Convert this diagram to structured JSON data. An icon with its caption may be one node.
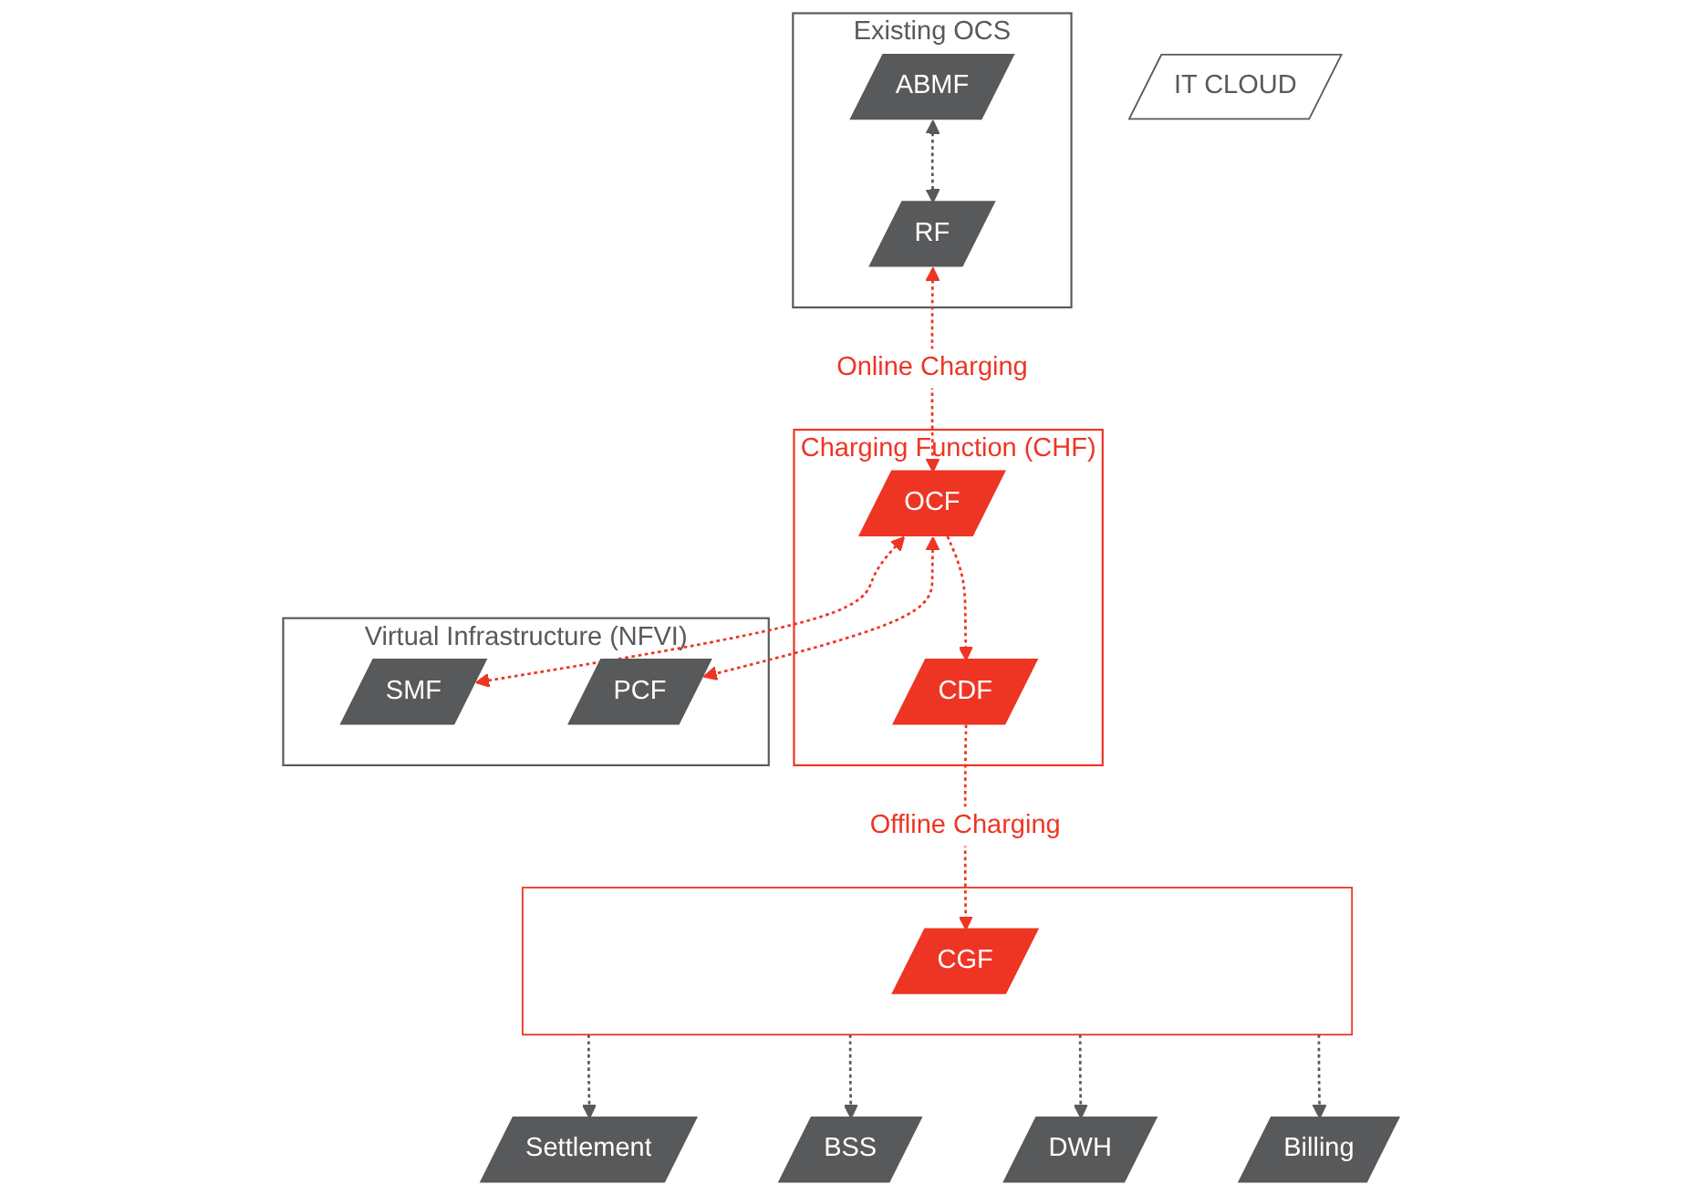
{
  "diagram": {
    "nodes": [
      {
        "text": [
          "IT CLOUD"
        ]
      },
      {
        "text": [
          "Existing OCS"
        ]
      },
      {
        "text": [
          "ABMF"
        ],
        "in": 1
      },
      {
        "text": [
          "RF"
        ],
        "in": 1
      },
      {
        "text": [],
        "shape": "box"
      },
      {
        "text": [
          "CGF"
        ],
        "in": 4
      },
      {
        "text": [
          "Settlement"
        ]
      },
      {
        "text": [
          "BSS"
        ]
      },
      {
        "text": [
          "DWH"
        ]
      },
      {
        "text": [
          "Billing"
        ]
      },
      {
        "text": [
          "Charging Function (CHF)"
        ]
      },
      {
        "text": [
          "OCF"
        ],
        "in": 10
      },
      {
        "text": [
          "CDF"
        ],
        "in": 10
      },
      {
        "text": [
          "Virtual Infrastructure (NFVI)"
        ]
      },
      {
        "text": [
          "SMF"
        ],
        "in": 13
      },
      {
        "text": [
          "PCF"
        ],
        "in": 13
      }
    ],
    "edges": [
      {
        "from": 2,
        "to": 3,
        "arrow": "both",
        "style": "dashed"
      },
      {
        "from": 4,
        "to": 6,
        "arrow": "to",
        "style": "dashed"
      },
      {
        "from": 4,
        "to": 7,
        "arrow": "to",
        "style": "dashed"
      },
      {
        "from": 4,
        "to": 8,
        "arrow": "to",
        "style": "dashed"
      },
      {
        "from": 4,
        "to": 9,
        "arrow": "to",
        "style": "dashed"
      },
      {
        "from": 3,
        "to": 11,
        "arrow": "both",
        "label": "Online Charging",
        "style": "dashed",
        "color": "#ee3524"
      },
      {
        "from": 12,
        "to": 5,
        "arrow": "to",
        "label": "Offline Charging",
        "style": "dashed",
        "color": "#ee3524"
      },
      {
        "from": 11,
        "to": 12,
        "arrow": "to",
        "style": "dashed",
        "color": "#ee3524"
      },
      {
        "from": 11,
        "to": 14,
        "arrow": "both",
        "style": "dashed",
        "color": "#ee3524"
      },
      {
        "from": 11,
        "to": 15,
        "arrow": "both",
        "style": "dashed",
        "color": "#ee3524"
      }
    ]
  }
}
